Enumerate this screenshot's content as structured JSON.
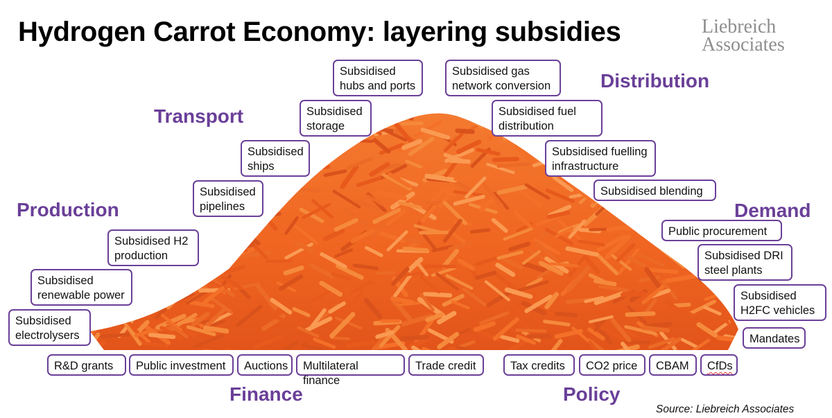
{
  "title": "Hydrogen Carrot Economy: layering subsidies",
  "logo": {
    "line1": "Liebreich",
    "line2": "Associates"
  },
  "source": "Source: Liebreich Associates",
  "colors": {
    "accent": "#6a3f98",
    "carrot": "#f26a23",
    "carrot_dark": "#d4501a"
  },
  "categories": {
    "transport": "Transport",
    "distribution": "Distribution",
    "production": "Production",
    "demand": "Demand",
    "finance": "Finance",
    "policy": "Policy"
  },
  "transport": {
    "hubs": "Subsidised\nhubs and ports",
    "storage": "Subsidised\nstorage",
    "ships": "Subsidised\nships",
    "pipelines": "Subsidised\npipelines"
  },
  "distribution": {
    "gas_network": "Subsidised gas\nnetwork conversion",
    "fuel_distribution": "Subsidised fuel\ndistribution",
    "fuelling": "Subsidised fuelling\ninfrastructure",
    "blending": "Subsidised blending"
  },
  "production": {
    "h2": "Subsidised H2\nproduction",
    "renewable": "Subsidised\nrenewable power",
    "electrolysers": "Subsidised\nelectrolysers"
  },
  "demand": {
    "procurement": "Public procurement",
    "dri": "Subsidised DRI\nsteel plants",
    "h2fc": "Subsidised\nH2FC vehicles",
    "mandates": "Mandates"
  },
  "finance": {
    "rd": "R&D grants",
    "public_investment": "Public investment",
    "auctions": "Auctions",
    "multilateral": "Multilateral finance",
    "trade_credit": "Trade credit"
  },
  "policy": {
    "tax_credits": "Tax credits",
    "co2": "CO2 price",
    "cbam": "CBAM",
    "cfds": "CfDs"
  }
}
